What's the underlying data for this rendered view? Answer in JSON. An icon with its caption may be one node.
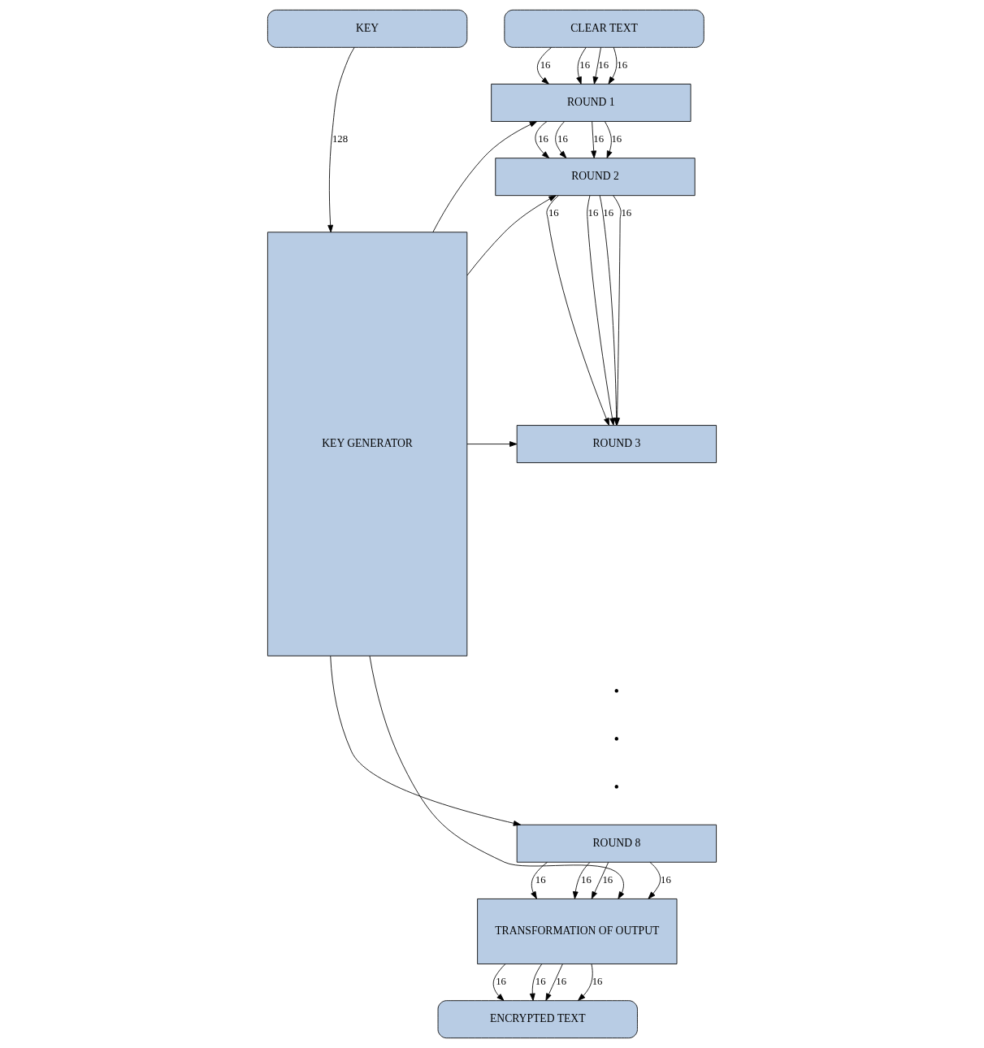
{
  "diagram": {
    "nodes": [
      {
        "text": [
          "KEY"
        ]
      },
      {
        "text": [
          "CLEAR TEXT"
        ]
      },
      {
        "text": [
          "KEY GENERATOR"
        ]
      },
      {
        "text": [
          "ROUND 1"
        ]
      },
      {
        "text": [
          "ROUND 2"
        ]
      },
      {
        "text": [
          "ROUND 3"
        ]
      },
      {
        "text": [
          "ROUND 8"
        ]
      },
      {
        "text": [
          "TRANSFORMATION OF OUTPUT"
        ]
      },
      {
        "text": [
          "ENCRYPTED TEXT"
        ]
      }
    ],
    "edges": [
      {
        "from": 0,
        "to": 2,
        "arrow": "to",
        "label": "128"
      },
      {
        "from": 1,
        "to": 3,
        "arrow": "to",
        "label": "16"
      },
      {
        "from": 1,
        "to": 3,
        "arrow": "to",
        "label": "16"
      },
      {
        "from": 1,
        "to": 3,
        "arrow": "to",
        "label": "16"
      },
      {
        "from": 1,
        "to": 3,
        "arrow": "to",
        "label": "16"
      },
      {
        "from": 3,
        "to": 4,
        "arrow": "to",
        "label": "16"
      },
      {
        "from": 3,
        "to": 4,
        "arrow": "to",
        "label": "16"
      },
      {
        "from": 3,
        "to": 4,
        "arrow": "to",
        "label": "16"
      },
      {
        "from": 3,
        "to": 4,
        "arrow": "to",
        "label": "16"
      },
      {
        "from": 4,
        "to": 5,
        "arrow": "to",
        "label": "16"
      },
      {
        "from": 4,
        "to": 5,
        "arrow": "to",
        "label": "16"
      },
      {
        "from": 4,
        "to": 5,
        "arrow": "to",
        "label": "16"
      },
      {
        "from": 4,
        "to": 5,
        "arrow": "to",
        "label": "16"
      },
      {
        "from": 6,
        "to": 7,
        "arrow": "to",
        "label": "16"
      },
      {
        "from": 6,
        "to": 7,
        "arrow": "to",
        "label": "16"
      },
      {
        "from": 6,
        "to": 7,
        "arrow": "to",
        "label": "16"
      },
      {
        "from": 6,
        "to": 7,
        "arrow": "to",
        "label": "16"
      },
      {
        "from": 7,
        "to": 8,
        "arrow": "to",
        "label": "16"
      },
      {
        "from": 7,
        "to": 8,
        "arrow": "to",
        "label": "16"
      },
      {
        "from": 7,
        "to": 8,
        "arrow": "to",
        "label": "16"
      },
      {
        "from": 7,
        "to": 8,
        "arrow": "to",
        "label": "16"
      },
      {
        "from": 2,
        "to": 3,
        "arrow": "to"
      },
      {
        "from": 2,
        "to": 4,
        "arrow": "to"
      },
      {
        "from": 2,
        "to": 5,
        "arrow": "to"
      },
      {
        "from": 2,
        "to": 6,
        "arrow": "to"
      },
      {
        "from": 2,
        "to": 7,
        "arrow": "to"
      }
    ],
    "labels": [
      "•",
      "•",
      "•"
    ]
  }
}
